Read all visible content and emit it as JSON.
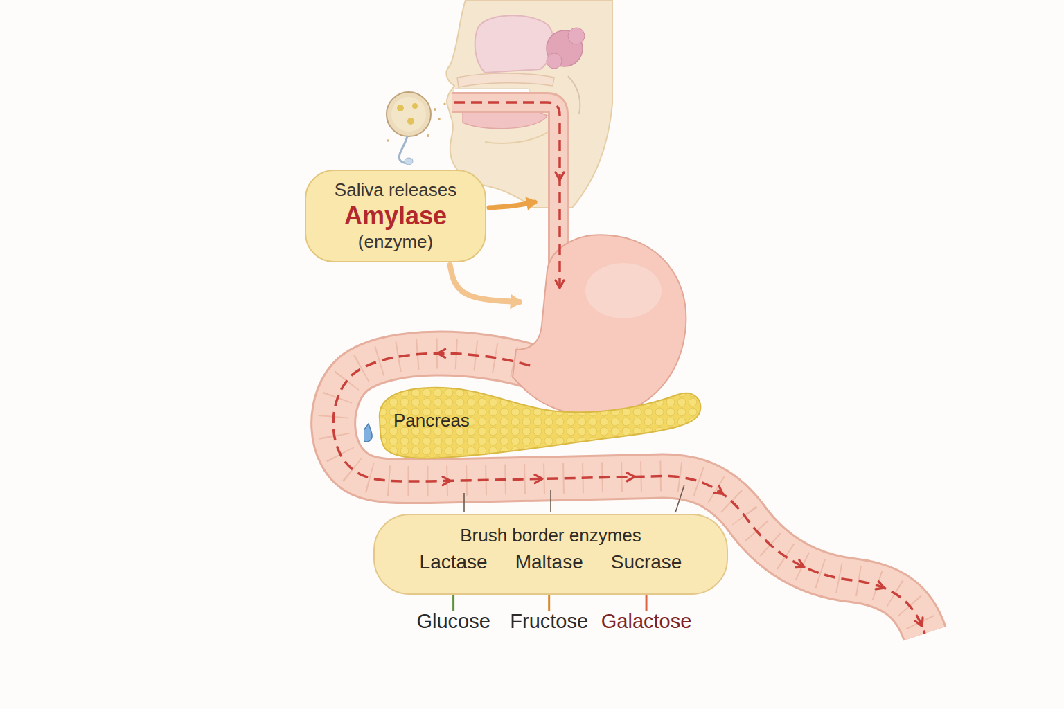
{
  "diagram": {
    "nodes": [
      {
        "text": [
          "Saliva releases",
          "Amylase",
          "(enzyme)"
        ]
      },
      {
        "text": [
          "Pancreas"
        ]
      },
      {
        "text": [
          "Brush border enzymes",
          "Lactase",
          "Maltase",
          "Sucrase"
        ]
      }
    ],
    "labels": [
      "Glucose",
      "Fructose",
      "Galactose"
    ]
  }
}
